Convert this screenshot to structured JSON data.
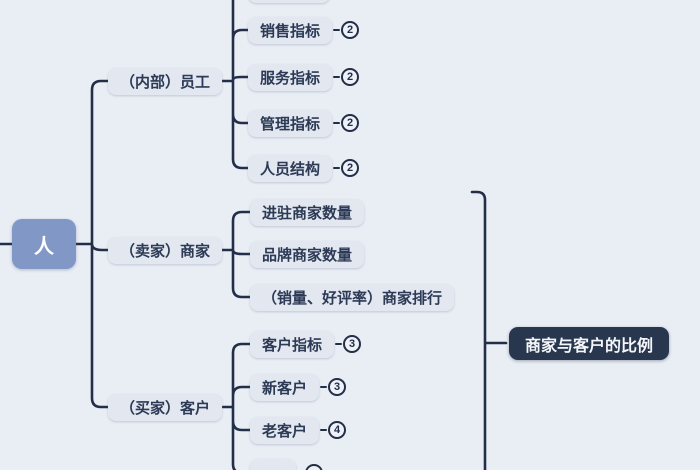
{
  "diagram_type": "mindmap",
  "root": {
    "label": "人"
  },
  "branches": [
    {
      "label": "（内部）员工",
      "children": [
        {
          "label": "销售指标",
          "badge": "2"
        },
        {
          "label": "服务指标",
          "badge": "2"
        },
        {
          "label": "管理指标",
          "badge": "2"
        },
        {
          "label": "人员结构",
          "badge": "2"
        }
      ]
    },
    {
      "label": "（卖家）商家",
      "children": [
        {
          "label": "进驻商家数量"
        },
        {
          "label": "品牌商家数量"
        },
        {
          "label": "（销量、好评率）商家排行"
        }
      ]
    },
    {
      "label": "（买家）客户",
      "children": [
        {
          "label": "客户指标",
          "badge": "3"
        },
        {
          "label": "新客户",
          "badge": "3"
        },
        {
          "label": "老客户",
          "badge": "4"
        }
      ]
    }
  ],
  "summary": {
    "label": "商家与客户的比例"
  },
  "colors": {
    "background": "#e9eef5",
    "topic_fill": "#e2e7f0",
    "topic_text": "#2c3a55",
    "line": "#232f48",
    "root_fill": "#8197c6",
    "root_text": "#ffffff",
    "summary_fill": "#29374e",
    "summary_text": "#f4f6fa"
  }
}
